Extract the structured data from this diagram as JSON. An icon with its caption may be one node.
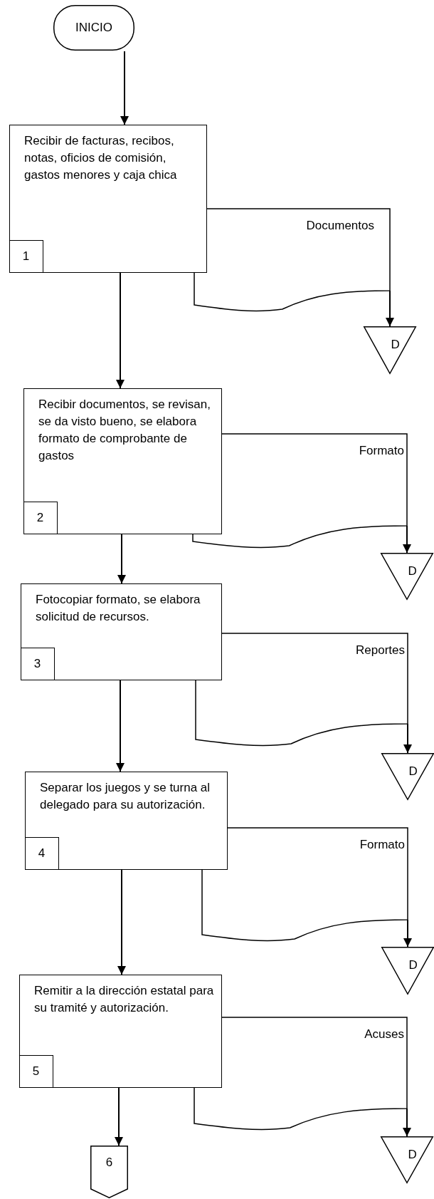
{
  "diagram": {
    "nodes": [
      {
        "text": [
          "INICIO"
        ]
      },
      {
        "text": [
          "Recibir de facturas, recibos, notas, oficios de comisión, gastos menores y caja chica"
        ]
      },
      {
        "text": [
          "1"
        ],
        "in": 1
      },
      {
        "text": [
          "Documentos"
        ]
      },
      {
        "text": [
          "D"
        ]
      },
      {
        "text": [
          "Recibir documentos, se revisan, se da visto bueno, se elabora formato de comprobante de gastos"
        ]
      },
      {
        "text": [
          "2"
        ],
        "in": 5
      },
      {
        "text": [
          "Formato"
        ]
      },
      {
        "text": [
          "D"
        ]
      },
      {
        "text": [
          "Fotocopiar formato, se elabora solicitud de recursos."
        ]
      },
      {
        "text": [
          "3"
        ],
        "in": 9
      },
      {
        "text": [
          "Reportes"
        ]
      },
      {
        "text": [
          "D"
        ]
      },
      {
        "text": [
          "Separar  los juegos y se turna al delegado para su autorización."
        ]
      },
      {
        "text": [
          "4"
        ],
        "in": 13
      },
      {
        "text": [
          "Formato"
        ]
      },
      {
        "text": [
          "D"
        ]
      },
      {
        "text": [
          "Remitir a la dirección estatal para su tramité y autorización."
        ]
      },
      {
        "text": [
          "5"
        ],
        "in": 17
      },
      {
        "text": [
          "Acuses"
        ]
      },
      {
        "text": [
          "D"
        ]
      },
      {
        "text": [
          "6"
        ]
      }
    ],
    "edges": [
      {
        "from": 0,
        "to": 1,
        "arrow": "to"
      },
      {
        "from": 3,
        "to": 4,
        "arrow": "to"
      },
      {
        "from": 1,
        "to": 5,
        "arrow": "to"
      },
      {
        "from": 7,
        "to": 8,
        "arrow": "to"
      },
      {
        "from": 5,
        "to": 9,
        "arrow": "to"
      },
      {
        "from": 11,
        "to": 12,
        "arrow": "to"
      },
      {
        "from": 9,
        "to": 13,
        "arrow": "to"
      },
      {
        "from": 15,
        "to": 16,
        "arrow": "to"
      },
      {
        "from": 13,
        "to": 17,
        "arrow": "to"
      },
      {
        "from": 19,
        "to": 20,
        "arrow": "to"
      },
      {
        "from": 17,
        "to": 21,
        "arrow": "to"
      }
    ]
  }
}
